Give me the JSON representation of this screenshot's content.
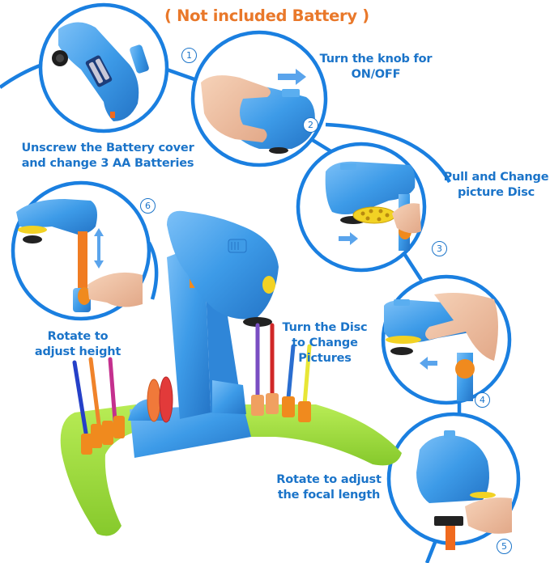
{
  "header": {
    "note": "( Not included Battery )"
  },
  "colors": {
    "ring_blue": "#1a7fe0",
    "text_blue": "#1b74c9",
    "note_orange": "#e9782a",
    "toy_blue": "#3d9be8",
    "base_green": "#9bd83a",
    "peg_orange": "#f08a1e"
  },
  "steps": [
    {
      "number": "1",
      "lines": [
        "Unscrew the Battery cover",
        "and change 3 AA Batteries"
      ],
      "icon": "battery-compartment"
    },
    {
      "number": "2",
      "lines": [
        "Turn the knob for",
        "ON/OFF"
      ],
      "icon": "power-knob"
    },
    {
      "number": "3",
      "lines": [
        "Pull and Change",
        "picture Disc"
      ],
      "icon": "picture-disc"
    },
    {
      "number": "4",
      "lines": [
        "Turn the Disc",
        "to Change",
        "Pictures"
      ],
      "icon": "rotate-disc"
    },
    {
      "number": "5",
      "lines": [
        "Rotate to adjust",
        "the focal length"
      ],
      "icon": "focus-lens"
    },
    {
      "number": "6",
      "lines": [
        "Rotate to",
        "adjust height"
      ],
      "icon": "height-adjust"
    }
  ],
  "product": {
    "name": "projector-drawing-toy",
    "pens": [
      "blue",
      "orange",
      "magenta",
      "purple",
      "red",
      "blue",
      "yellow"
    ],
    "discs": [
      "orange",
      "red",
      "green"
    ]
  }
}
